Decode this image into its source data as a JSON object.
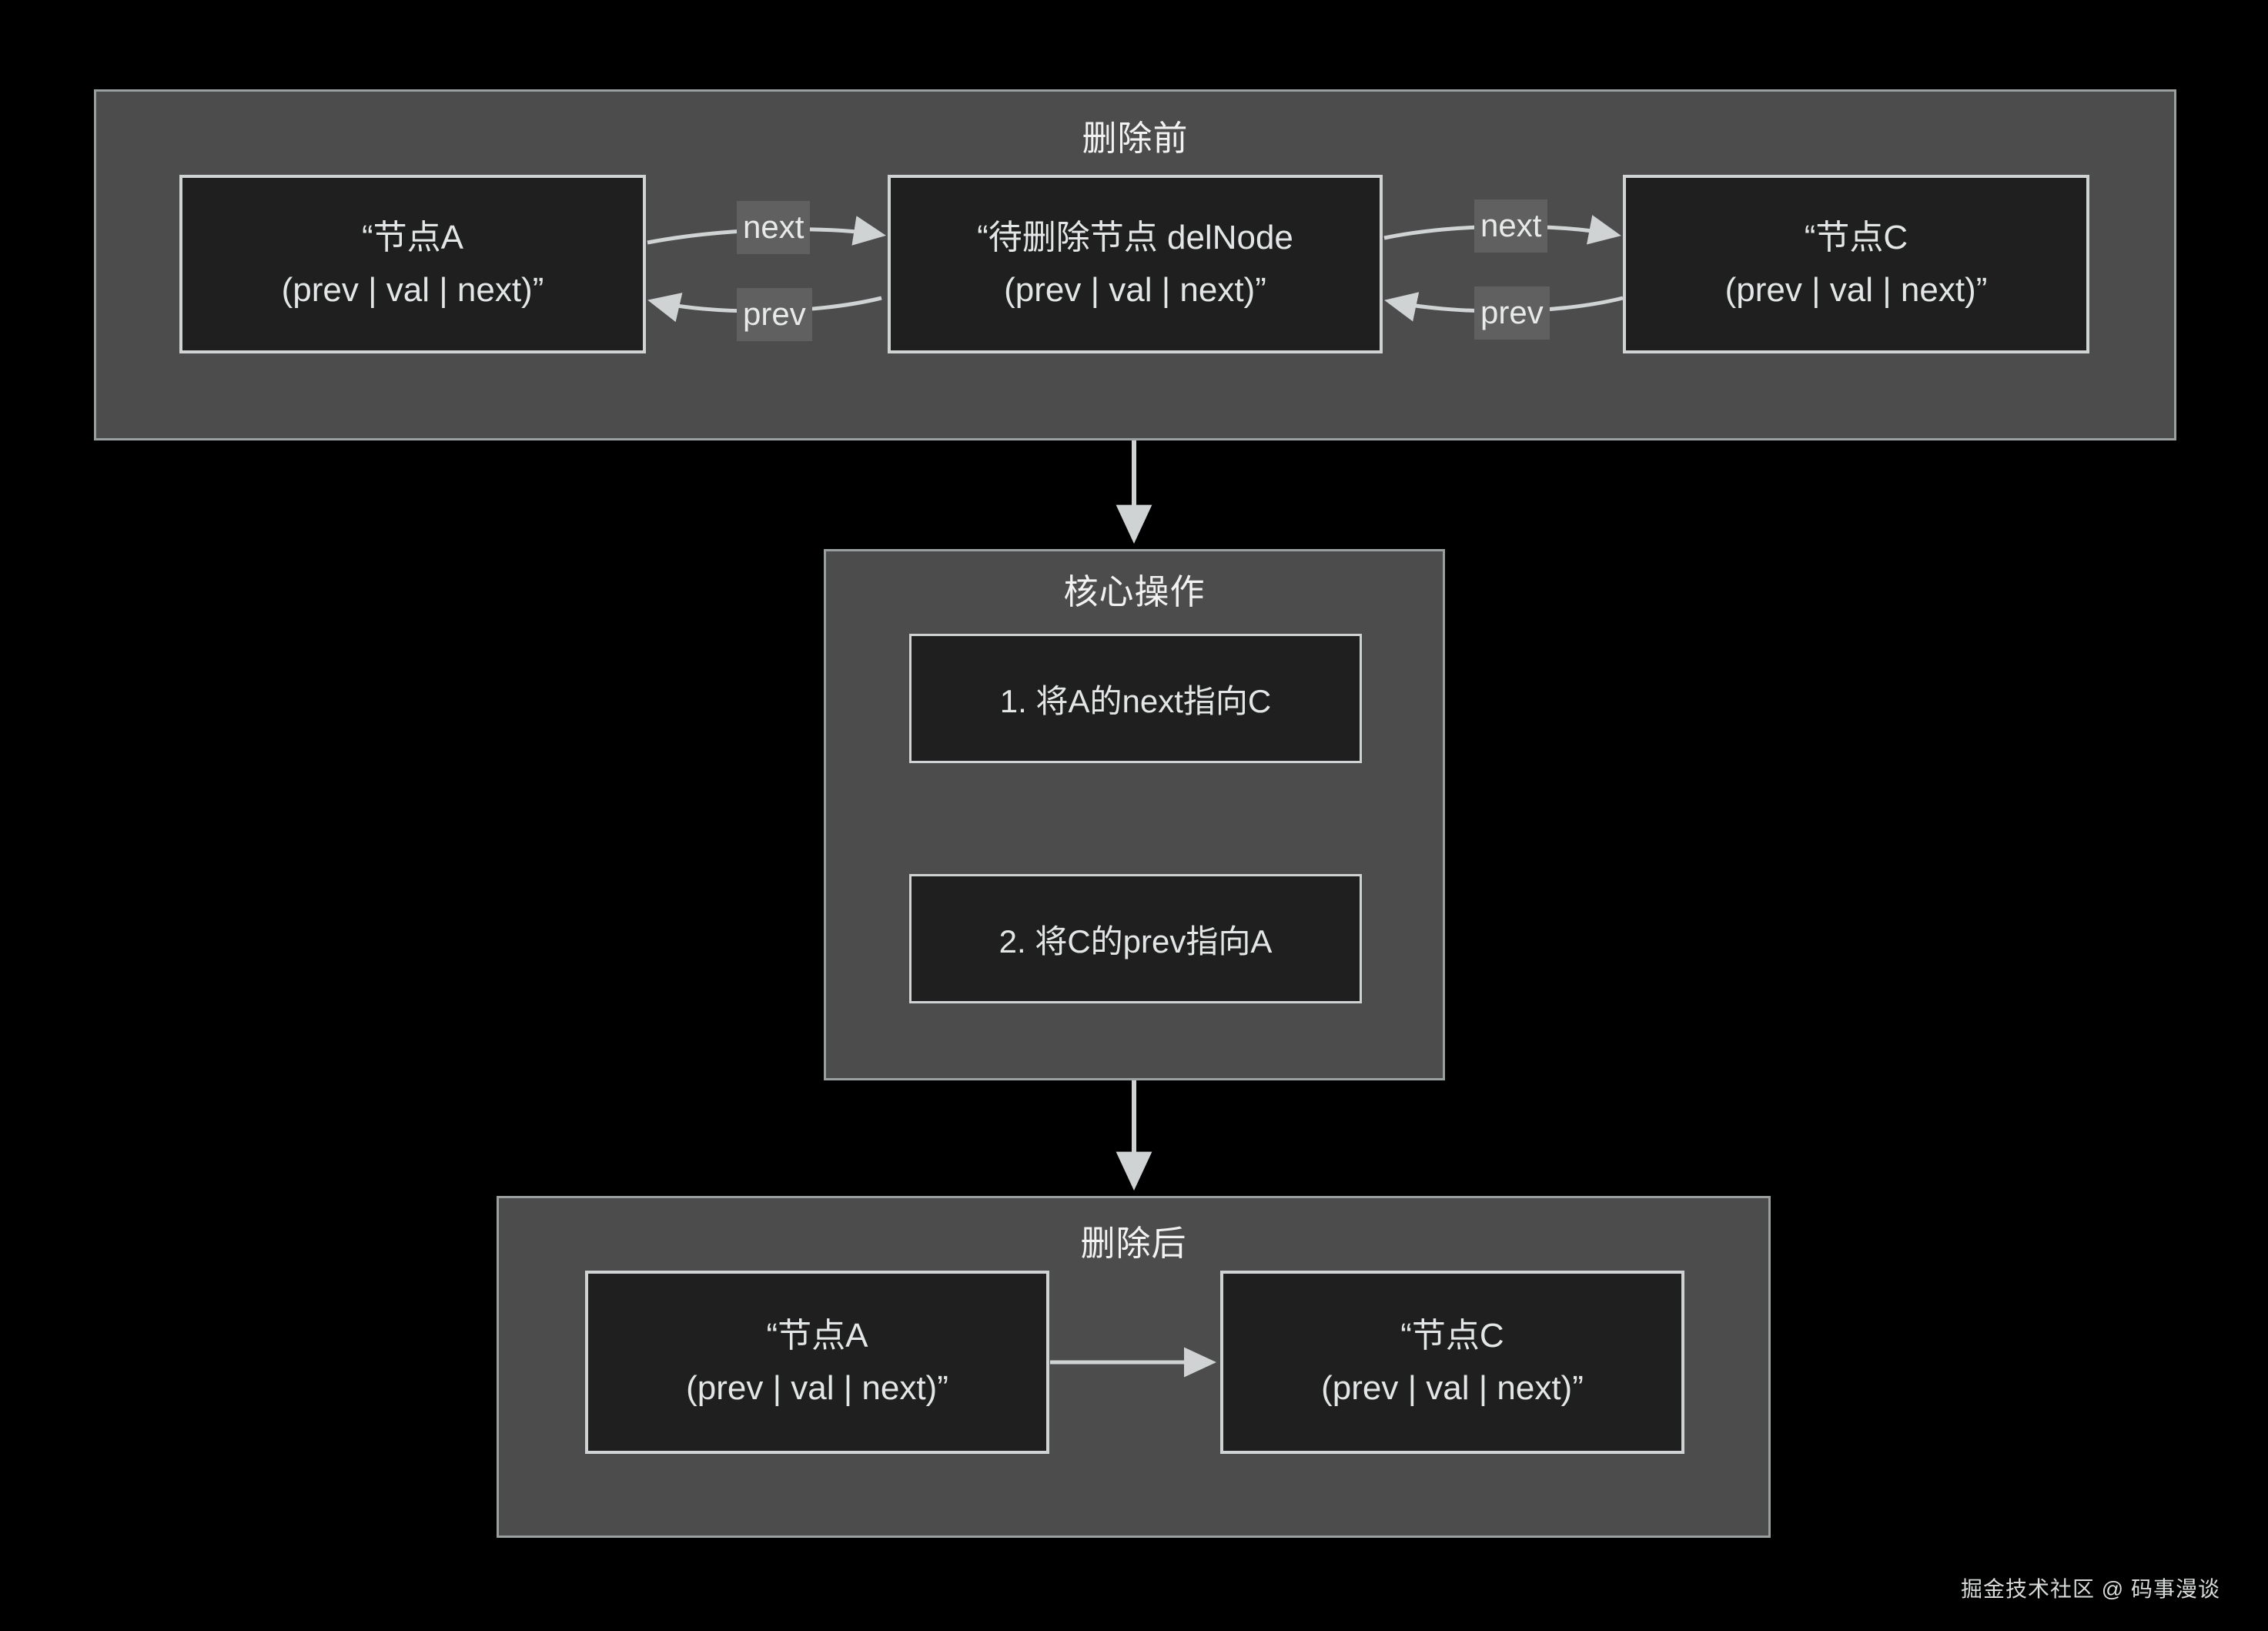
{
  "diagram": {
    "background_color": "#000000",
    "panel_fill": "#4c4c4c",
    "panel_border": "#9aa0a0",
    "node_fill": "#1f1f1f",
    "node_border": "#cfd3d3",
    "text_color": "#e3e6e6",
    "label_badge_fill": "#606060"
  },
  "panels": {
    "before": {
      "title": "删除前",
      "nodes": {
        "a": {
          "line1": "“节点A",
          "line2": "(prev | val | next)”"
        },
        "del": {
          "line1": "“待删除节点 delNode",
          "line2": "(prev | val | next)”"
        },
        "c": {
          "line1": "“节点C",
          "line2": "(prev | val | next)”"
        }
      },
      "edges": {
        "a_to_del_next": "next",
        "del_to_a_prev": "prev",
        "del_to_c_next": "next",
        "c_to_del_prev": "prev"
      }
    },
    "core": {
      "title": "核心操作",
      "steps": [
        "1. 将A的next指向C",
        "2. 将C的prev指向A"
      ]
    },
    "after": {
      "title": "删除后",
      "nodes": {
        "a": {
          "line1": "“节点A",
          "line2": "(prev | val | next)”"
        },
        "c": {
          "line1": "“节点C",
          "line2": "(prev | val | next)”"
        }
      }
    }
  },
  "watermark": "掘金技术社区 @ 码事漫谈"
}
